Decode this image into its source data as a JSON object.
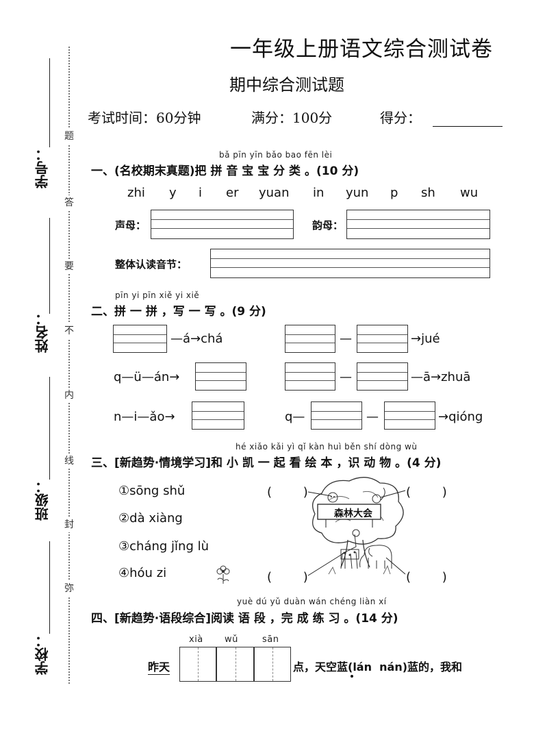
{
  "header": {
    "title": "一年级上册语文综合测试卷",
    "subtitle": "期中综合测试题",
    "time_label": "考试时间：60分钟",
    "full_score": "满分：100分",
    "score_label": "得分："
  },
  "side": {
    "student_no": "学号：",
    "name": "姓名：",
    "class": "班级：",
    "school": "学校：",
    "seal_chars": [
      "题",
      "答",
      "要",
      "不",
      "内",
      "线",
      "封",
      "弥"
    ]
  },
  "q1": {
    "pinyin": "bǎ pīn yīn bǎo bao fēn lèi",
    "title_prefix": "一、(名校期末真题)把 拼 音 宝 宝 分 类 。(10 分)",
    "syllables": [
      "zhi",
      "y",
      "i",
      "er",
      "yuan",
      "in",
      "yun",
      "p",
      "sh",
      "wu"
    ],
    "initials_label": "声母：",
    "finals_label": "韵母：",
    "whole_label": "整体认读音节："
  },
  "q2": {
    "pinyin": "pīn yi pīn   xiě yi xiě",
    "title": "二、拼 一 拼 ，写 一 写 。(9 分)",
    "r1a": "—á→chá",
    "r1b_mid": "—",
    "r1b_end": "→jué",
    "r2a": "q—ü—án→",
    "r2b_mid": "—",
    "r2b_end": "—ā→zhuā",
    "r3a": "n—i—ǎo→",
    "r3b_start": "q—",
    "r3b_mid": "—",
    "r3b_end": "→qióng"
  },
  "q3": {
    "pinyin": "hé xiǎo kǎi yì  qǐ kàn huì běn   shí dòng wù",
    "title": "三、[新趋势·情境学习]和 小 凯 一 起 看 绘 本 ，识 动 物 。(4 分)",
    "items": [
      "①sōng shǔ",
      "②dà xiàng",
      "③cháng jǐng lù",
      "④hóu zi"
    ],
    "blank": "(        )",
    "sign": "森林大会"
  },
  "q4": {
    "pinyin": "yuè dú yǔ duàn   wán chéng liàn xí",
    "title": "四、[新趋势·语段综合]阅读 语 段 ，完  成  练 习 。(14 分)",
    "grid_pinyin": [
      "xià",
      "wǔ",
      "sān"
    ],
    "lead": "昨天",
    "text": "点，天空蓝(lán  nán)蓝的，我和"
  }
}
